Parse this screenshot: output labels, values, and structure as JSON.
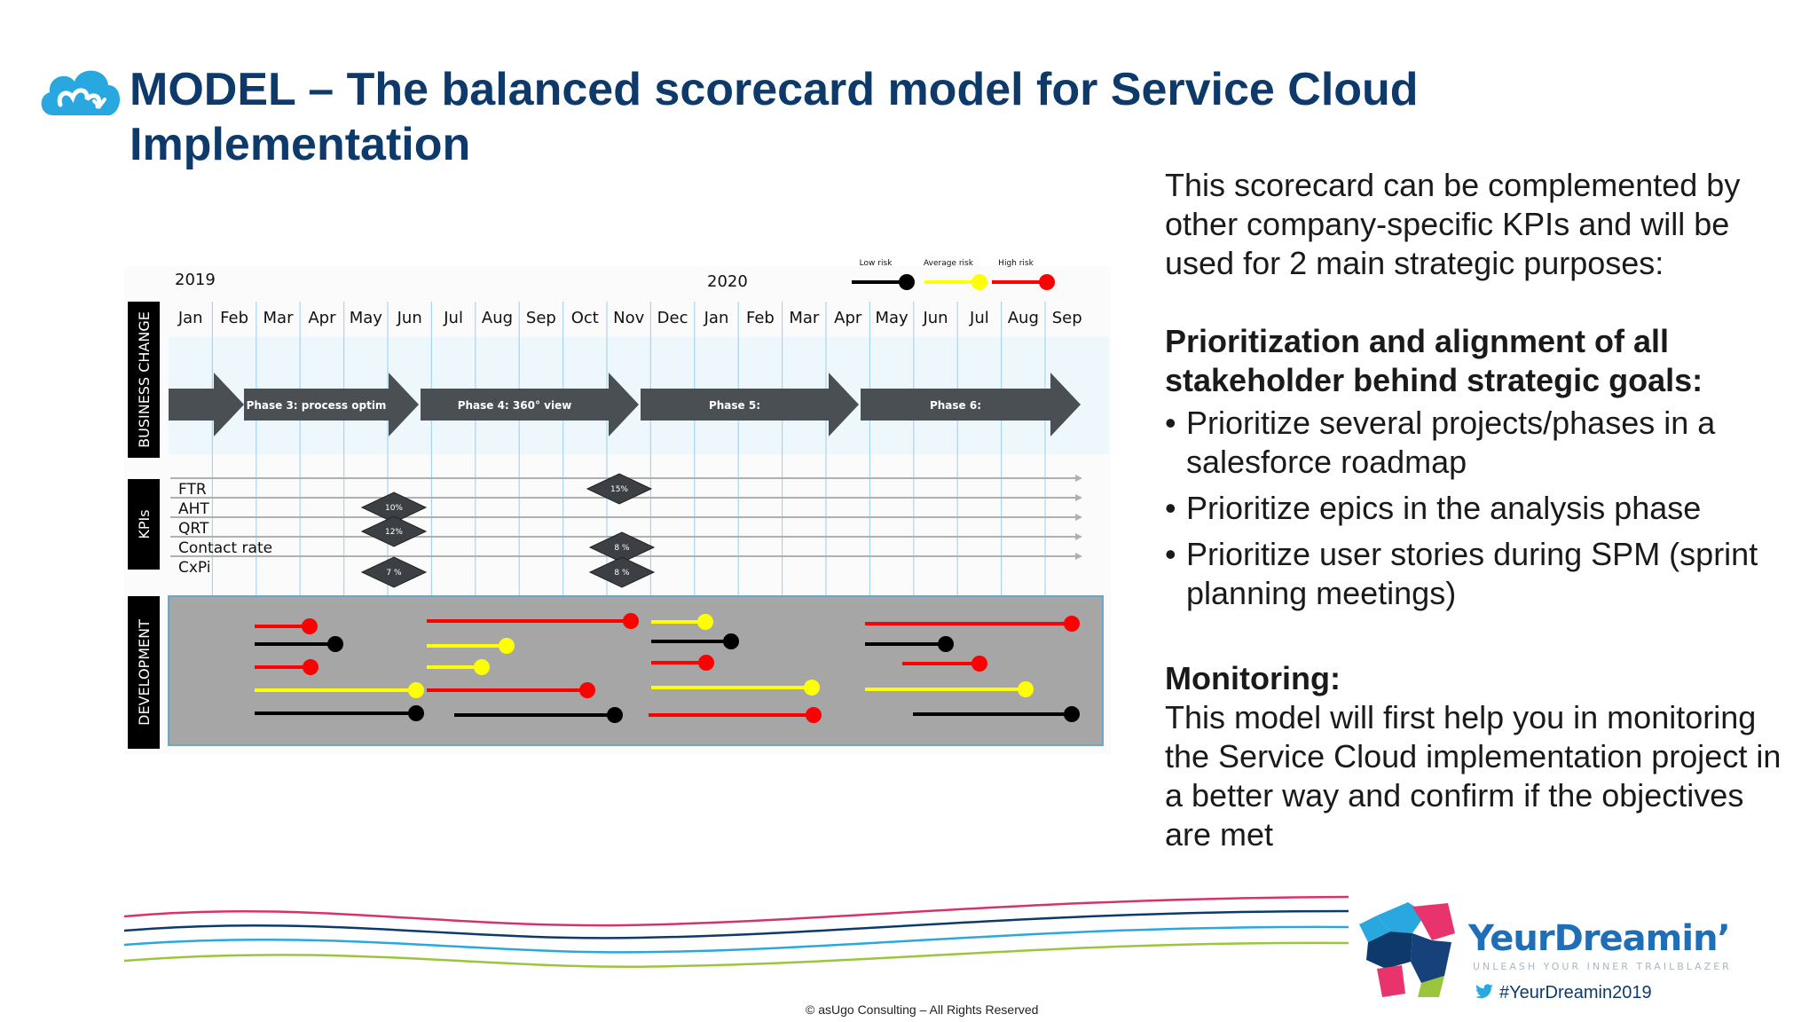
{
  "title": "MODEL – The balanced scorecard model for Service Cloud Implementation",
  "diagram": {
    "years": [
      "2019",
      "2020"
    ],
    "months": [
      "Jan",
      "Feb",
      "Mar",
      "Apr",
      "May",
      "Jun",
      "Jul",
      "Aug",
      "Sep",
      "Oct",
      "Nov",
      "Dec",
      "Jan",
      "Feb",
      "Mar",
      "Apr",
      "May",
      "Jun",
      "Jul",
      "Aug",
      "Sep"
    ],
    "risk_legend": [
      {
        "label": "Low risk",
        "color": "#000000"
      },
      {
        "label": "Average risk",
        "color": "#ffff00"
      },
      {
        "label": "High risk",
        "color": "#ff0000"
      }
    ],
    "sections": {
      "business_change": "BUSINESS CHANGE",
      "kpis": "KPIs",
      "development": "DEVELOPMENT"
    },
    "phases": [
      "Phase 3: process optim",
      "Phase 4: 360° view",
      "Phase 5:",
      "Phase 6:"
    ],
    "kpi_names": [
      "FTR",
      "AHT",
      "QRT",
      "Contact rate",
      "CxPi"
    ],
    "kpi_markers": [
      "15%",
      "10%",
      "12%",
      "8 %",
      "7 %",
      "8 %"
    ]
  },
  "panel": {
    "intro": "This scorecard can be complemented by other company-specific KPIs and will be used for 2 main strategic purposes:",
    "heading1": "Prioritization and alignment of all stakeholder behind strategic goals:",
    "bullets": [
      "Prioritize several projects/phases in a salesforce roadmap",
      "Prioritize epics in the analysis phase",
      "Prioritize user stories during SPM (sprint planning meetings)"
    ],
    "heading2": "Monitoring:",
    "monitoring_text": "This model will first help you in monitoring the Service Cloud implementation project in a better way and confirm if the objectives are met"
  },
  "footer": {
    "copyright": "© asUgo Consulting – All Rights Reserved",
    "brand_name": "YeurDreamin’",
    "brand_tagline": "UNLEASH YOUR INNER TRAILBLAZER",
    "hashtag": "#YeurDreamin2019"
  },
  "colors": {
    "title": "#0e3a6b",
    "cloud_logo": "#29a8e0",
    "arrow": "#4a4f54",
    "development_bg": "#a6a6a6",
    "low_risk": "#000000",
    "average_risk": "#ffff00",
    "high_risk": "#ff0000"
  }
}
